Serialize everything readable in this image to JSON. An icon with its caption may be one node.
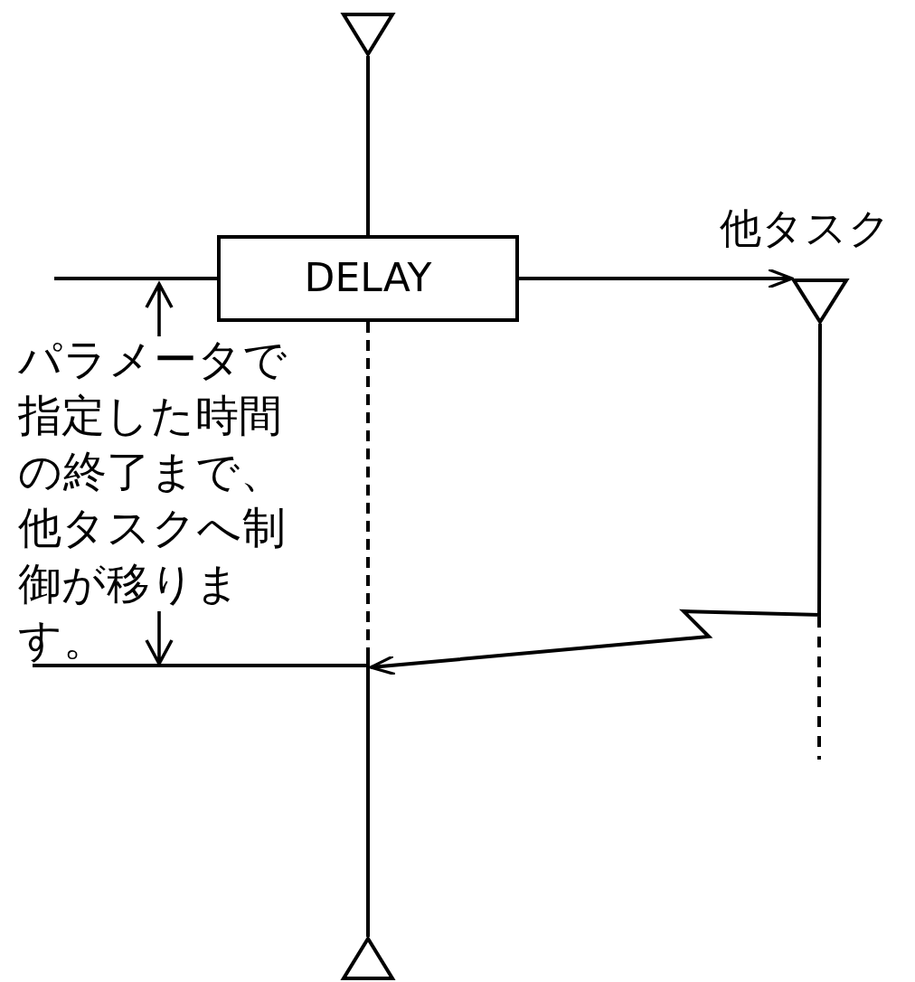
{
  "diagram": {
    "nodes": [
      {
        "text": [],
        "shape": "triangle"
      },
      {
        "text": [
          "DELAY"
        ]
      },
      {
        "text": [],
        "shape": "triangle",
        "beside": [
          "他タスク"
        ]
      },
      {
        "text": [],
        "shape": "triangle"
      }
    ],
    "edges": [
      {
        "from": 0,
        "to": 1,
        "arrow": "none"
      },
      {
        "from": null,
        "to": 1,
        "arrow": "none"
      },
      {
        "from": 1,
        "to": 2,
        "arrow": "to"
      },
      {
        "from": 2,
        "to": null,
        "arrow": "to"
      },
      {
        "from": 1,
        "to": 3,
        "arrow": "none",
        "style": "dashed"
      }
    ],
    "labels": [
      "パラメータで指定した時間の終了まで、他タスクへ制御が移ります。"
    ]
  }
}
